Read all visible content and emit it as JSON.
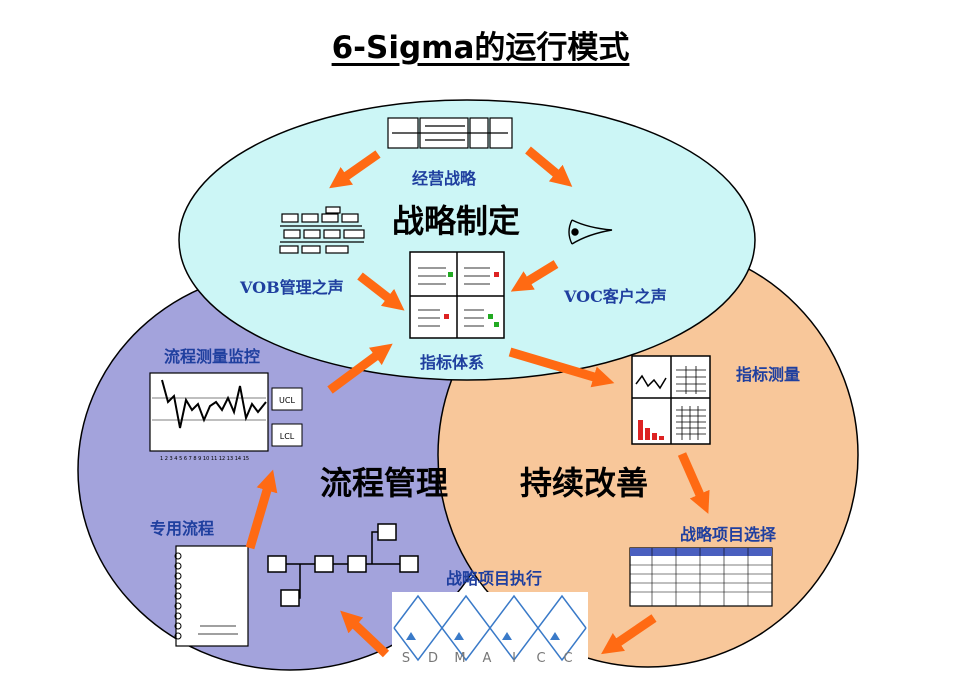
{
  "title": "6-Sigma的运行模式",
  "circles": {
    "strategy": "战略制定",
    "process": "流程管理",
    "improve": "持续改善"
  },
  "labels": {
    "business_strategy": "经营战略",
    "vob": "VOB管理之声",
    "voc": "VOC客户之声",
    "kpi_system": "指标体系",
    "process_monitor": "流程测量监控",
    "kpi_measure": "指标测量",
    "dedicated_process": "专用流程",
    "project_select": "战略项目选择",
    "project_execute": "战略项目执行"
  },
  "chart_boxes": [
    "UCL",
    "LCL"
  ],
  "dmaic_letters": [
    "S",
    "D",
    "M",
    "A",
    "I",
    "C",
    "C"
  ],
  "colors": {
    "top_circle": "#ccf6f6",
    "left_circle": "#a3a3dc",
    "right_circle": "#f8c79a",
    "arrow": "#ff6a13",
    "label": "#1f3f9f"
  }
}
